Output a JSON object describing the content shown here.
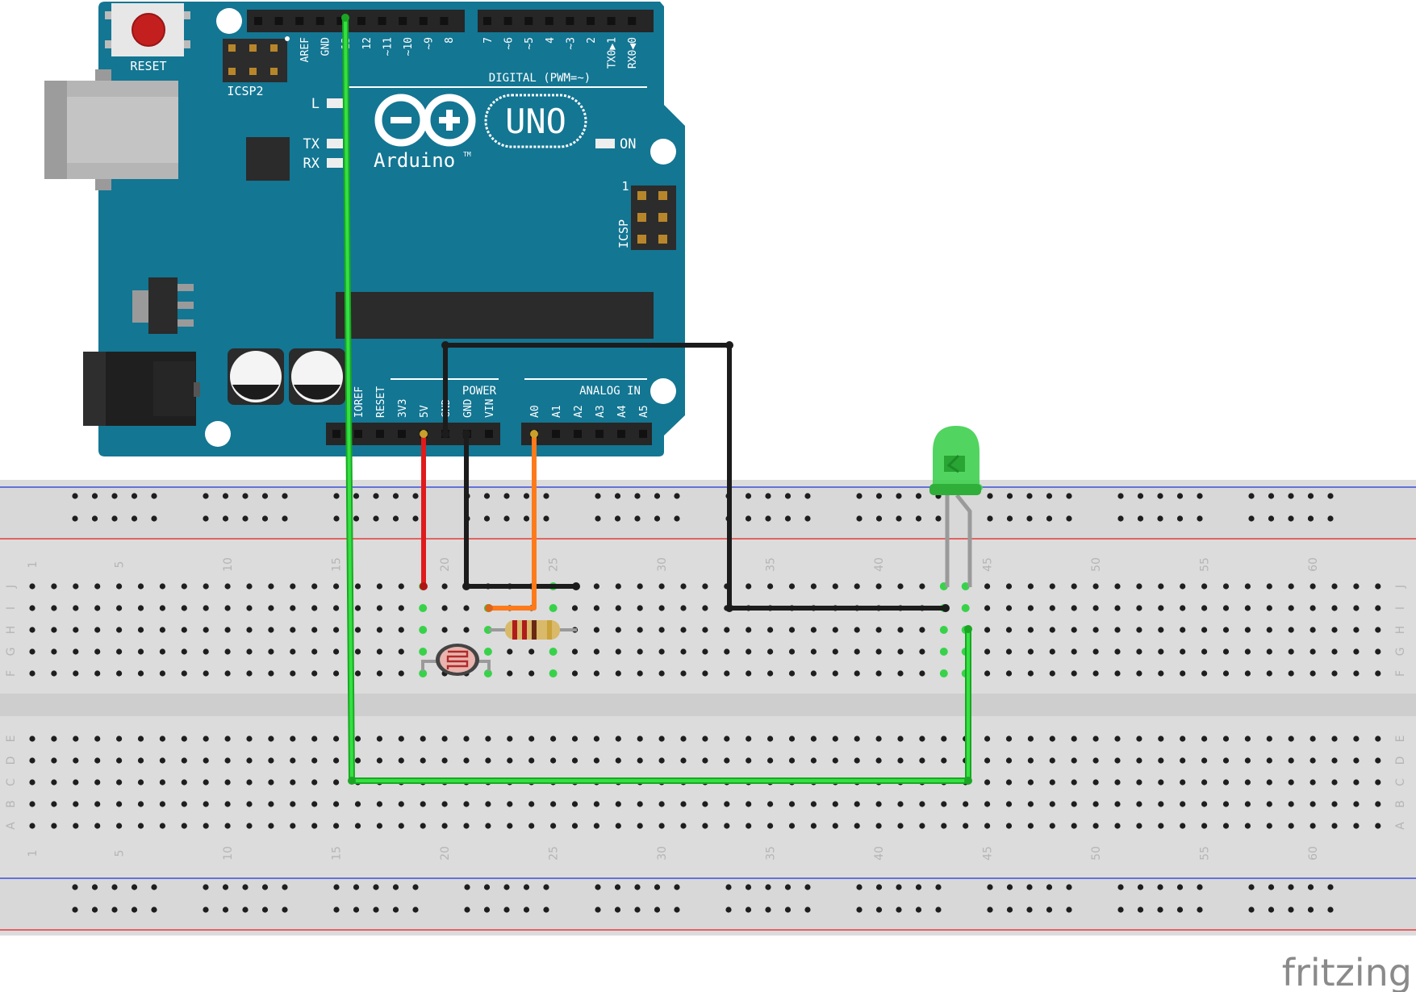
{
  "board": {
    "brand": "Arduino",
    "trademark": "TM",
    "model": "UNO",
    "reset_label": "RESET",
    "icsp2_label": "ICSP2",
    "icsp_label": "ICSP",
    "icsp_pin1": "1",
    "led_labels": {
      "l": "L",
      "tx": "TX",
      "rx": "RX",
      "on": "ON"
    },
    "digital_section_label": "DIGITAL (PWM=~)",
    "power_section_label": "POWER",
    "analog_section_label": "ANALOG IN",
    "digital_pin_labels": [
      "AREF",
      "GND",
      "13",
      "12",
      "~11",
      "~10",
      "~9",
      "8",
      "7",
      "~6",
      "~5",
      "4",
      "~3",
      "2",
      "TX0▶1",
      "RX0◀0"
    ],
    "power_pin_labels": [
      "IOREF",
      "RESET",
      "3V3",
      "5V",
      "GND",
      "GND",
      "VIN"
    ],
    "analog_pin_labels": [
      "A0",
      "A1",
      "A2",
      "A3",
      "A4",
      "A5"
    ]
  },
  "breadboard": {
    "column_labels": [
      "1",
      "5",
      "10",
      "15",
      "20",
      "25",
      "30",
      "35",
      "40",
      "45",
      "50",
      "55",
      "60"
    ],
    "top_row_labels": [
      "J",
      "I",
      "H",
      "G",
      "F"
    ],
    "bottom_row_labels": [
      "E",
      "D",
      "C",
      "B",
      "A"
    ]
  },
  "components": {
    "led_color": "#3fcf4f",
    "photoresistor": "photoresistor",
    "resistor": "resistor"
  },
  "wire_colors": {
    "signal": "#ff7a1a",
    "power": "#e01b1b",
    "ground": "#1c1c1c",
    "led": "#22cc2e"
  },
  "colors": {
    "board": "#137693",
    "breadboard": "#dddddd",
    "rail_red": "#e33b3b",
    "rail_blue": "#3b4fd8"
  },
  "footer": {
    "watermark": "fritzing"
  }
}
